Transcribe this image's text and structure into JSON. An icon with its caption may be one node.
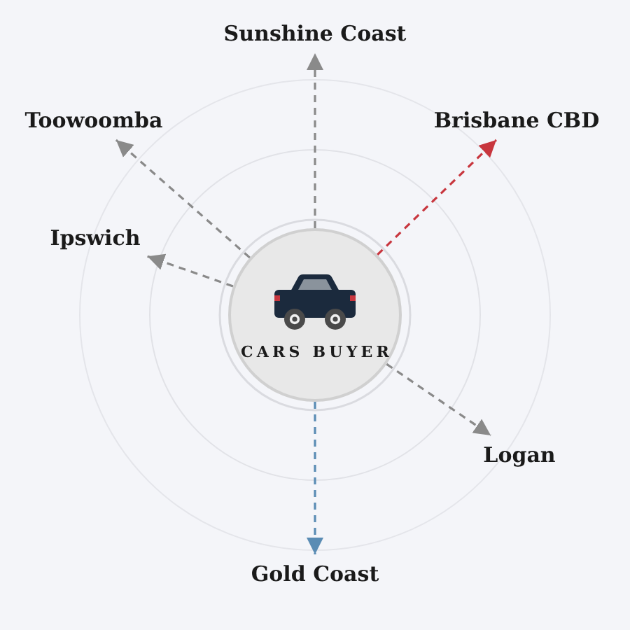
{
  "diagram": {
    "nodes": [
      {
        "text": [
          "Sunshine Coast"
        ]
      },
      {
        "text": [
          "Toowoomba"
        ]
      },
      {
        "text": [
          "Brisbane CBD"
        ]
      },
      {
        "text": [
          "Ipswich"
        ]
      },
      {
        "text": [
          "CARS BUYER"
        ]
      },
      {
        "text": [
          "Logan"
        ]
      },
      {
        "text": [
          "Gold Coast"
        ]
      }
    ],
    "edges": [
      {
        "from": 4,
        "to": 0,
        "arrow": "to",
        "style": "dashed"
      },
      {
        "from": 4,
        "to": 2,
        "arrow": "to",
        "style": "dashed",
        "color": "#c8363e"
      },
      {
        "from": 4,
        "to": 5,
        "arrow": "to",
        "style": "dashed"
      },
      {
        "from": 4,
        "to": 6,
        "arrow": "to",
        "style": "dashed",
        "color": "#5a8cb4"
      },
      {
        "from": 4,
        "to": 3,
        "arrow": "to",
        "style": "dashed"
      },
      {
        "from": 4,
        "to": 1,
        "arrow": "to",
        "style": "dashed"
      }
    ]
  }
}
